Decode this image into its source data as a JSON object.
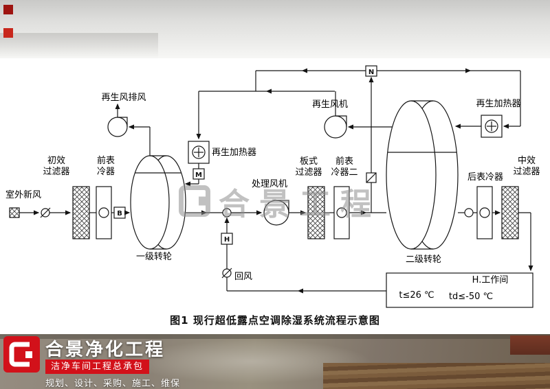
{
  "page": {
    "caption": "图1  现行超低露点空调除湿系统流程示意图"
  },
  "watermark": {
    "text": "合景工程"
  },
  "diagram": {
    "labels": {
      "outdoor_air": "室外新风",
      "primary_filter": "初效\n过滤器",
      "front_cooler": "前表\n冷器",
      "regen_exhaust": "再生风排风",
      "wheel1": "一级转轮",
      "regen_heater_mid": "再生加热器",
      "process_fan": "处理风机",
      "plate_filter": "板式\n过滤器",
      "front_cooler2": "前表\n冷器二",
      "regen_fan": "再生风机",
      "wheel2": "二级转轮",
      "regen_heater_right": "再生加热器",
      "rear_cooler": "后表冷器",
      "medium_filter": "中效\n过滤器",
      "return_air": "回风",
      "workroom": "H.工作间",
      "temp_room": "t≤26 ℃",
      "temp_dewpoint": "td≤-50 ℃"
    },
    "tags": {
      "box_b": "B",
      "box_m": "M",
      "box_n": "N",
      "box_h": "H"
    }
  },
  "footer": {
    "company": "合景净化工程",
    "subtitle": "洁净车间工程总承包",
    "services": "规划、设计、采购、施工、维保",
    "brand_red": "#d2111a"
  }
}
